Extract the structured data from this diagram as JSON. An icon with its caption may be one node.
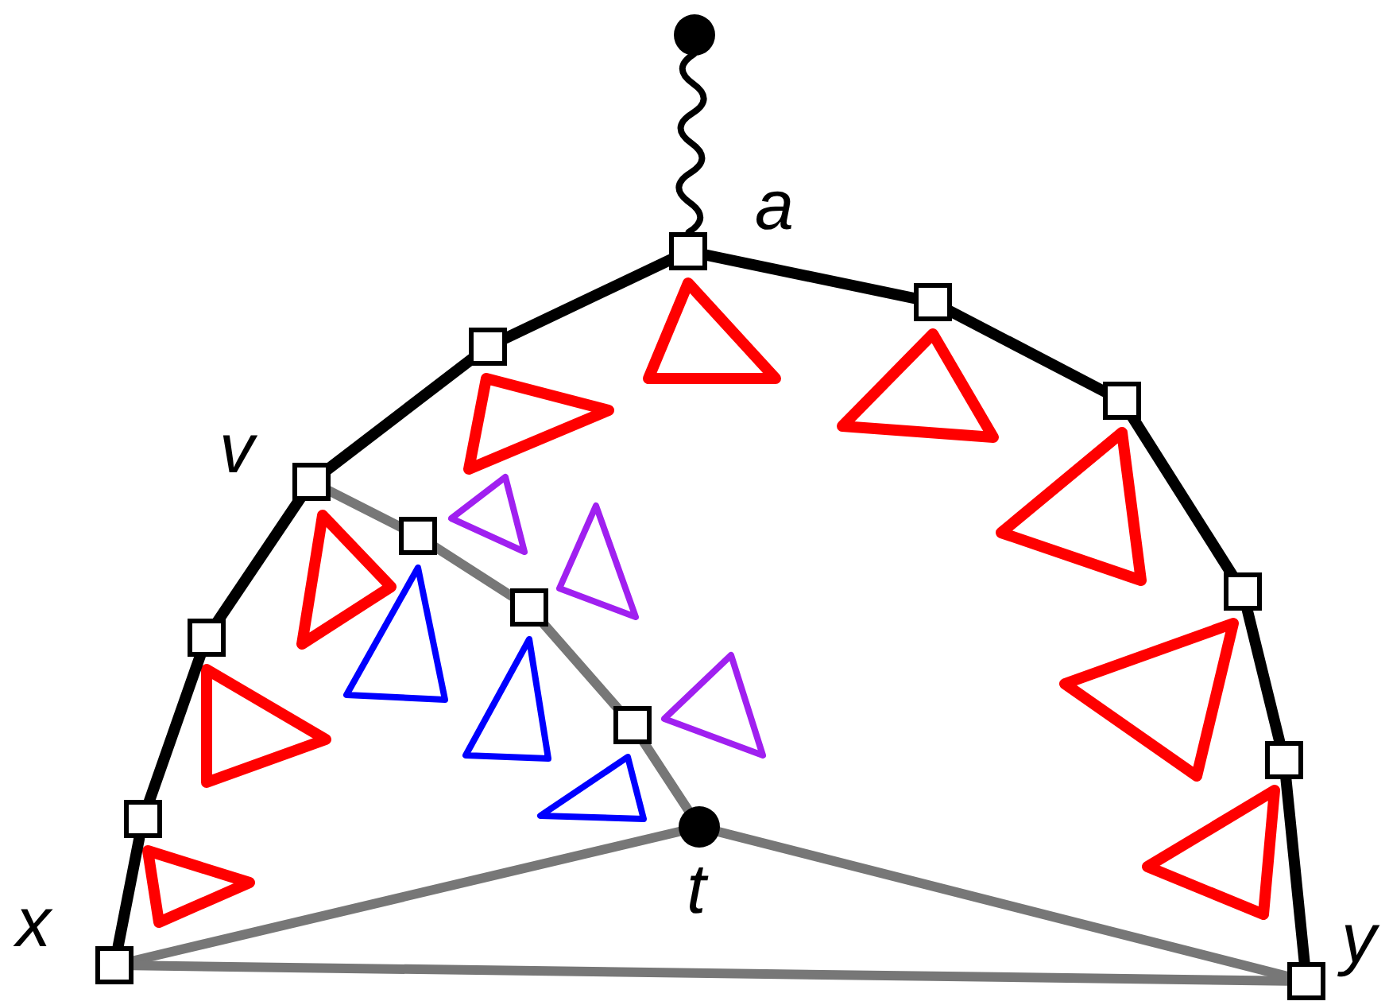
{
  "diagram": {
    "nodes": [
      {
        "text": [],
        "shape": "circle"
      },
      {
        "text": [],
        "shape": "box",
        "beside": [
          "a"
        ]
      },
      {
        "text": [],
        "shape": "box"
      },
      {
        "text": [],
        "shape": "box"
      },
      {
        "text": [],
        "shape": "box"
      },
      {
        "text": [],
        "shape": "box",
        "beside": [
          "v"
        ]
      },
      {
        "text": [],
        "shape": "box"
      },
      {
        "text": [],
        "shape": "box"
      },
      {
        "text": [],
        "shape": "box"
      },
      {
        "text": [],
        "shape": "box"
      },
      {
        "text": [],
        "shape": "box"
      },
      {
        "text": [],
        "shape": "box"
      },
      {
        "text": [],
        "shape": "box"
      },
      {
        "text": [],
        "shape": "circle",
        "beside": [
          "t"
        ]
      },
      {
        "text": [],
        "shape": "box",
        "beside": [
          "x"
        ]
      },
      {
        "text": [],
        "shape": "box",
        "beside": [
          "y"
        ]
      },
      {
        "text": [],
        "shape": "triangle"
      },
      {
        "text": [],
        "shape": "triangle"
      },
      {
        "text": [],
        "shape": "triangle"
      },
      {
        "text": [],
        "shape": "triangle"
      },
      {
        "text": [],
        "shape": "triangle"
      },
      {
        "text": [],
        "shape": "triangle"
      },
      {
        "text": [],
        "shape": "triangle"
      },
      {
        "text": [],
        "shape": "triangle"
      },
      {
        "text": [],
        "shape": "triangle"
      },
      {
        "text": [],
        "shape": "triangle"
      },
      {
        "text": [],
        "shape": "triangle"
      },
      {
        "text": [],
        "shape": "triangle"
      },
      {
        "text": [],
        "shape": "triangle"
      },
      {
        "text": [],
        "shape": "triangle"
      },
      {
        "text": [],
        "shape": "triangle"
      }
    ],
    "edges": [
      {
        "from": 0,
        "to": 1,
        "arrow": "none"
      },
      {
        "from": 1,
        "to": 2,
        "arrow": "none"
      },
      {
        "from": 2,
        "to": 4,
        "arrow": "none"
      },
      {
        "from": 4,
        "to": 8,
        "arrow": "none"
      },
      {
        "from": 8,
        "to": 11,
        "arrow": "none"
      },
      {
        "from": 11,
        "to": 15,
        "arrow": "none"
      },
      {
        "from": 1,
        "to": 3,
        "arrow": "none"
      },
      {
        "from": 3,
        "to": 5,
        "arrow": "none"
      },
      {
        "from": 5,
        "to": 9,
        "arrow": "none"
      },
      {
        "from": 9,
        "to": 12,
        "arrow": "none"
      },
      {
        "from": 12,
        "to": 14,
        "arrow": "none"
      },
      {
        "from": 5,
        "to": 6,
        "arrow": "none",
        "color": "#777777"
      },
      {
        "from": 6,
        "to": 7,
        "arrow": "none",
        "color": "#777777"
      },
      {
        "from": 7,
        "to": 10,
        "arrow": "none",
        "color": "#777777"
      },
      {
        "from": 10,
        "to": 13,
        "arrow": "none",
        "color": "#777777"
      },
      {
        "from": 13,
        "to": 14,
        "arrow": "none",
        "color": "#777777"
      },
      {
        "from": 13,
        "to": 15,
        "arrow": "none",
        "color": "#777777"
      },
      {
        "from": 14,
        "to": 15,
        "arrow": "none",
        "color": "#777777"
      }
    ]
  }
}
